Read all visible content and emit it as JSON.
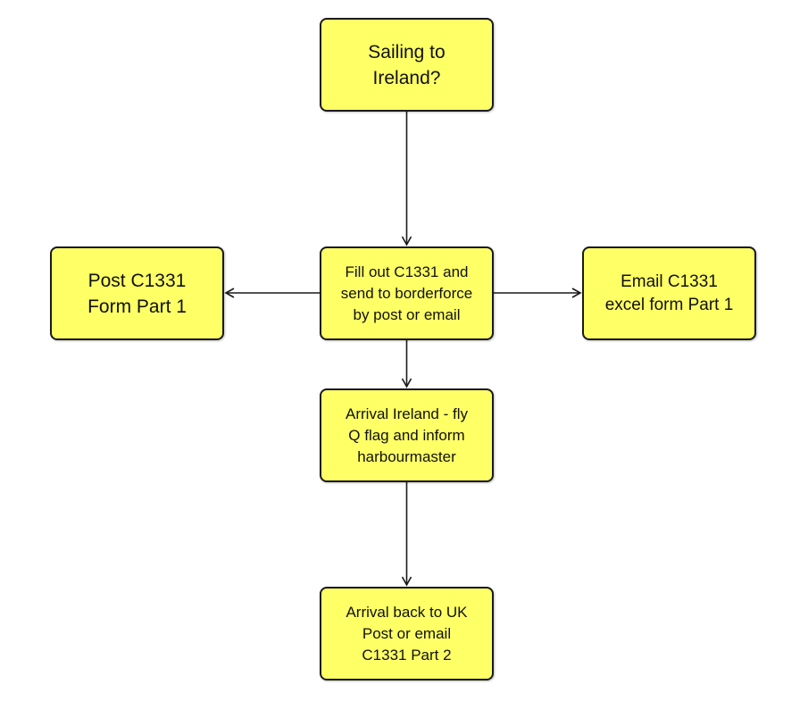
{
  "colors": {
    "node_fill": "#ffff66",
    "node_border": "#1a1a1a",
    "connector": "#1a1a1a",
    "background": "#ffffff"
  },
  "nodes": {
    "start": "Sailing to\nIreland?",
    "fill_out": "Fill out C1331 and\nsend to borderforce\nby post or email",
    "post": "Post C1331\nForm Part 1",
    "email": "Email C1331\nexcel form Part 1",
    "arrival_ireland": "Arrival Ireland - fly\nQ flag and inform\nharbourmaster",
    "arrival_uk": "Arrival back to UK\nPost or email\nC1331 Part 2"
  }
}
